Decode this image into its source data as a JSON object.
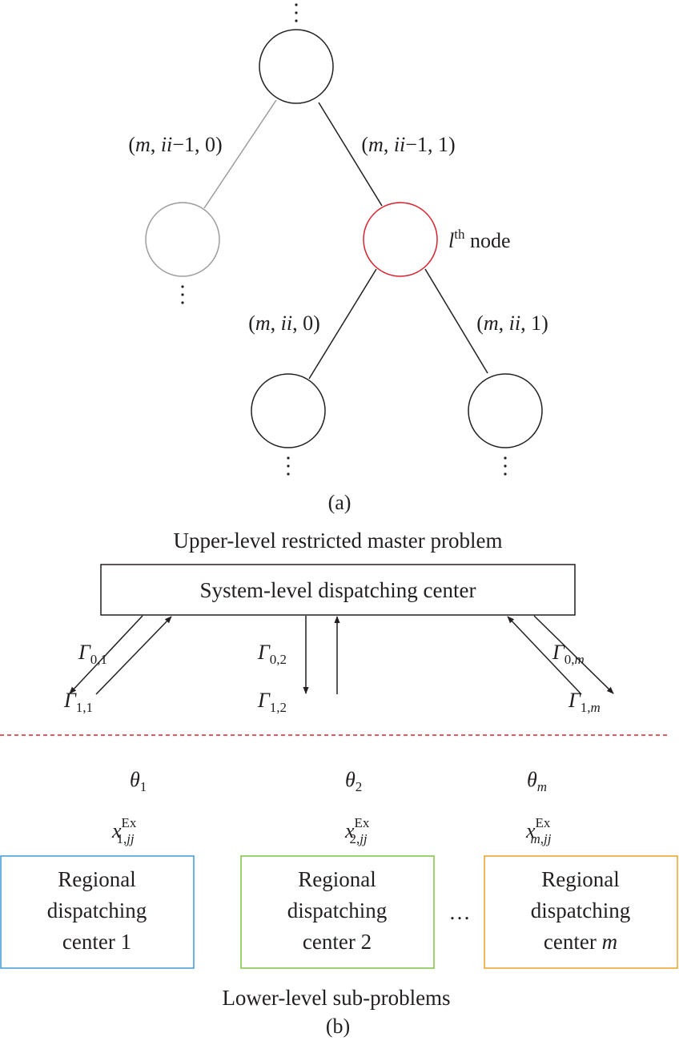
{
  "part_a": {
    "caption": "(a)",
    "edges": {
      "left_top": {
        "open": "(",
        "v1": "m",
        "sep1": ", ",
        "v2": "ii",
        "rest": "−1, 0)"
      },
      "right_top": {
        "open": "(",
        "v1": "m",
        "sep1": ", ",
        "v2": "ii",
        "rest": "−1, 1)"
      },
      "left_bottom": {
        "open": "(",
        "v1": "m",
        "sep1": ", ",
        "v2": "ii",
        "rest": ", 0)"
      },
      "right_bottom": {
        "open": "(",
        "v1": "m",
        "sep1": ", ",
        "v2": "ii",
        "rest": ", 1)"
      }
    },
    "highlight_node": {
      "var": "l",
      "sup": "th",
      "text": " node",
      "color": "#d7232f"
    },
    "pruned_color": "#9d9d9d"
  },
  "part_b": {
    "caption": "(b)",
    "upper_title": "Upper-level restricted master problem",
    "system_box": "System-level dispatching center",
    "lower_title": "Lower-level sub-problems",
    "ellipsis": "…",
    "divider_color": "#d7232f",
    "regions": [
      {
        "line1": "Regional",
        "line2": "dispatching",
        "line3_text": "center 1",
        "line3_var": "",
        "color": "#3d9bd6",
        "gamma0": {
          "sym": "Γ",
          "sub": "0,1"
        },
        "gamma1": {
          "sym": "Γ",
          "sub": "1,1"
        },
        "theta": {
          "sym": "θ",
          "sub": "1"
        },
        "x": {
          "sym": "x",
          "sub": "1,",
          "sub_var": "jj",
          "sup": "Ex"
        }
      },
      {
        "line1": "Regional",
        "line2": "dispatching",
        "line3_text": "center 2",
        "line3_var": "",
        "color": "#7dc243",
        "gamma0": {
          "sym": "Γ",
          "sub": "0,2"
        },
        "gamma1": {
          "sym": "Γ",
          "sub": "1,2"
        },
        "theta": {
          "sym": "θ",
          "sub": "2"
        },
        "x": {
          "sym": "x",
          "sub": "2,",
          "sub_var": "jj",
          "sup": "Ex"
        }
      },
      {
        "line1": "Regional",
        "line2": "dispatching",
        "line3_text": "center ",
        "line3_var": "m",
        "color": "#eaa32b",
        "gamma0": {
          "sym": "Γ",
          "sub": "0,",
          "sub_var": "m"
        },
        "gamma1": {
          "sym": "Γ",
          "sub": "1,",
          "sub_var": "m"
        },
        "theta": {
          "sym": "θ",
          "sub_var": "m"
        },
        "x": {
          "sym": "x",
          "sub_var": "m",
          "sub": ",",
          "sub_var2": "jj",
          "sup": "Ex"
        }
      }
    ]
  }
}
